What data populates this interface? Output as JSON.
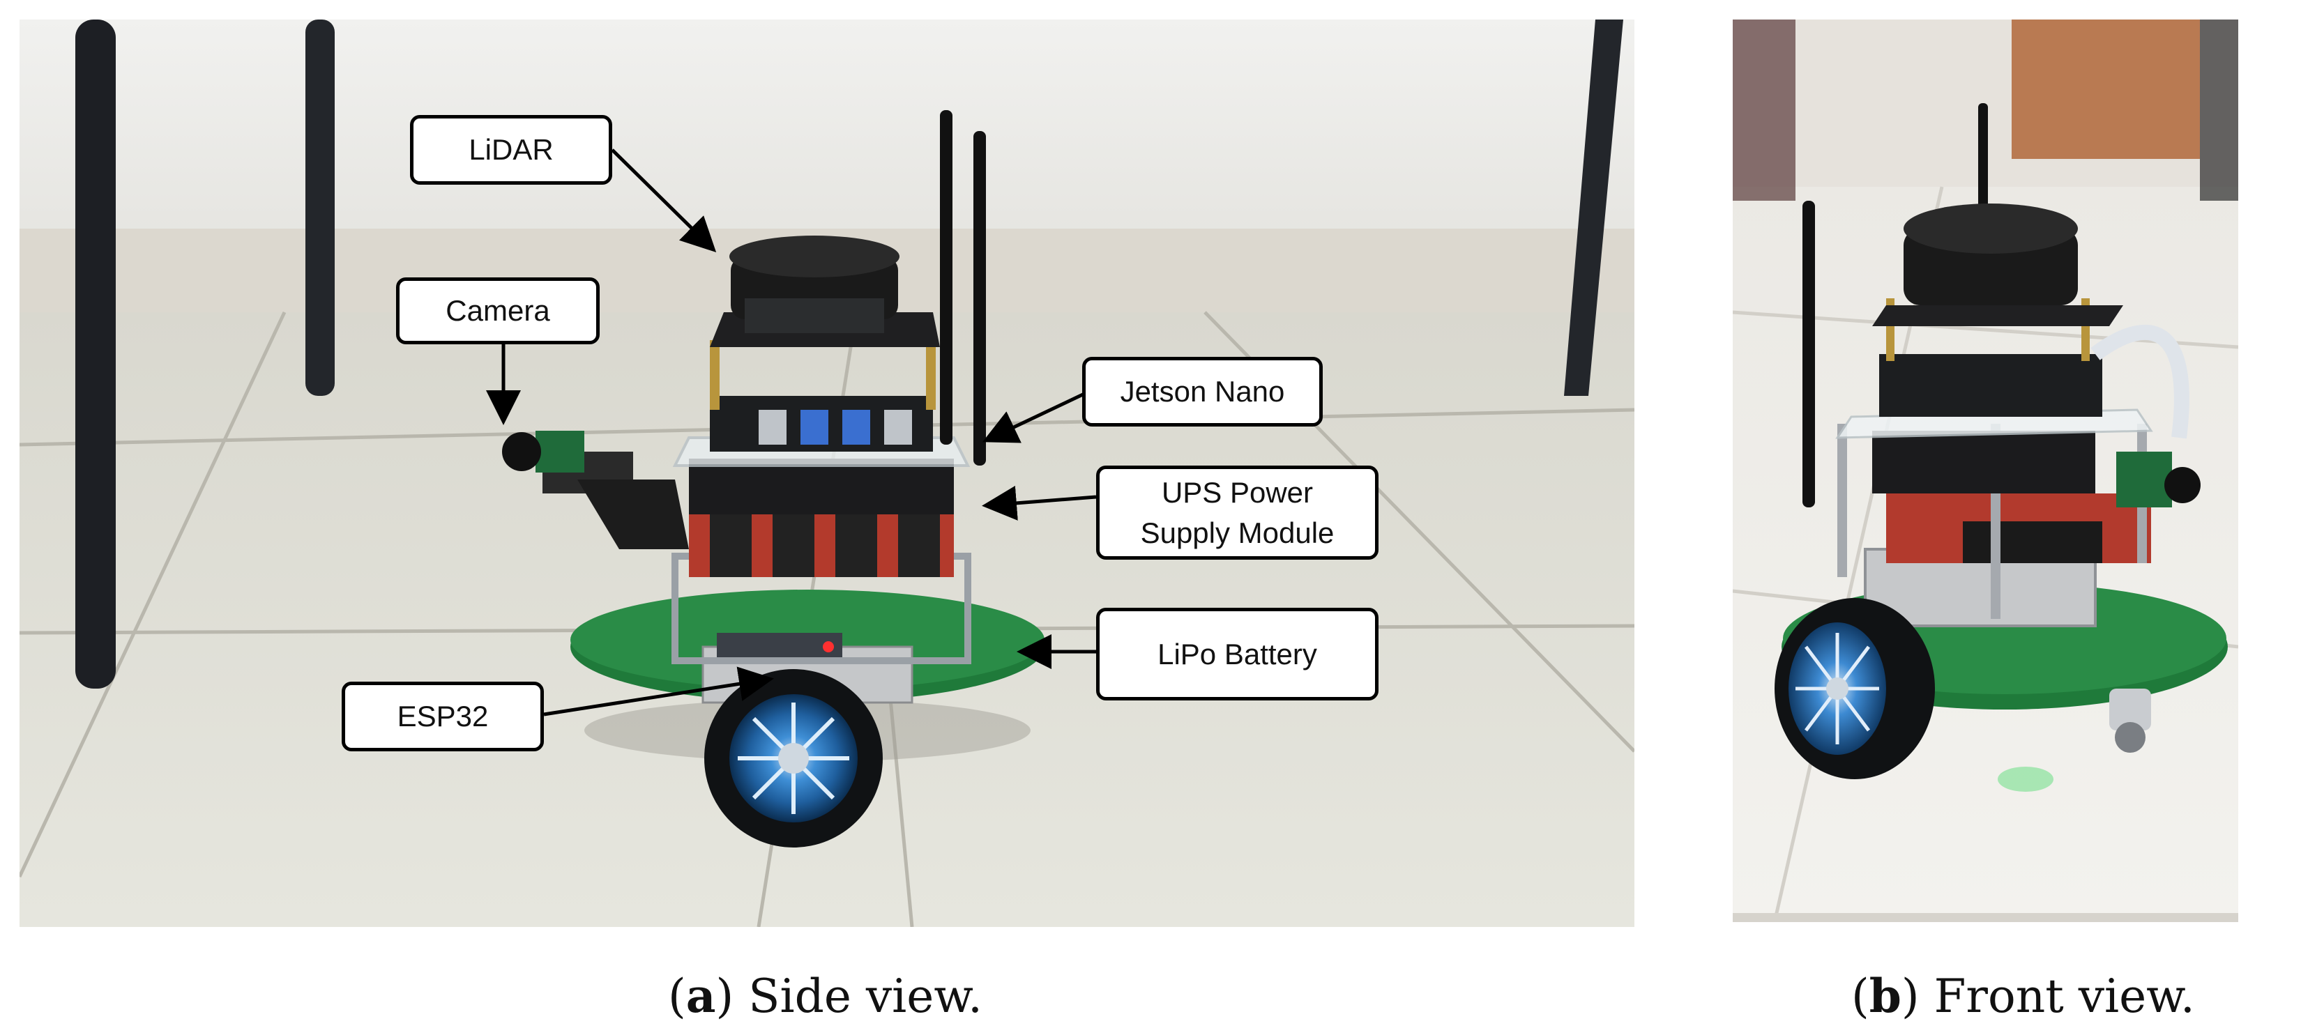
{
  "panels": [
    {
      "id": "a",
      "caption_label": "a",
      "caption_text": "Side view.",
      "callouts": {
        "lidar": "LiDAR",
        "camera": "Camera",
        "jetson": "Jetson Nano",
        "ups_line1": "UPS Power",
        "ups_line2": "Supply Module",
        "lipo": "LiPo Battery",
        "esp32": "ESP32"
      }
    },
    {
      "id": "b",
      "caption_label": "b",
      "caption_text": "Front view."
    }
  ],
  "colors": {
    "board_green": "#1f7a3a",
    "wheel_blue": "#2f7fc8",
    "floor_tile": "#dcdcd2",
    "lidar_black": "#1a1a1a"
  }
}
